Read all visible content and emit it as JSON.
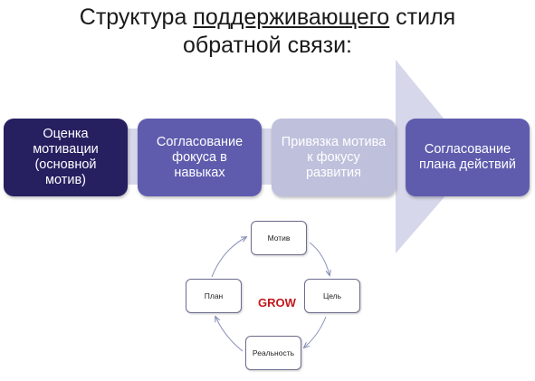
{
  "title": {
    "part1": "Структура ",
    "underlined": "поддерживающего",
    "part2": " стиля",
    "line2": "обратной связи:"
  },
  "steps": [
    {
      "line1": "Оценка",
      "line2": "мотивации",
      "line3": "(основной",
      "line4": "мотив)"
    },
    {
      "line1": "Согласование",
      "line2": "фокуса в",
      "line3": "навыках"
    },
    {
      "line1": "Привязка мотива",
      "line2": "к фокусу",
      "line3": "развития"
    },
    {
      "line1": "Согласование",
      "line2": "плана действий"
    }
  ],
  "cycle": {
    "center": "GROW",
    "nodes": {
      "motiv": "Мотив",
      "cel": "Цель",
      "real": "Реальность",
      "plan": "План"
    }
  },
  "colors": {
    "step1": "#262061",
    "step2": "#5f5cae",
    "step3": "#bfc0dc",
    "step4": "#5f5cae",
    "arrow": "#d6d7ea",
    "grow": "#c4171c"
  }
}
